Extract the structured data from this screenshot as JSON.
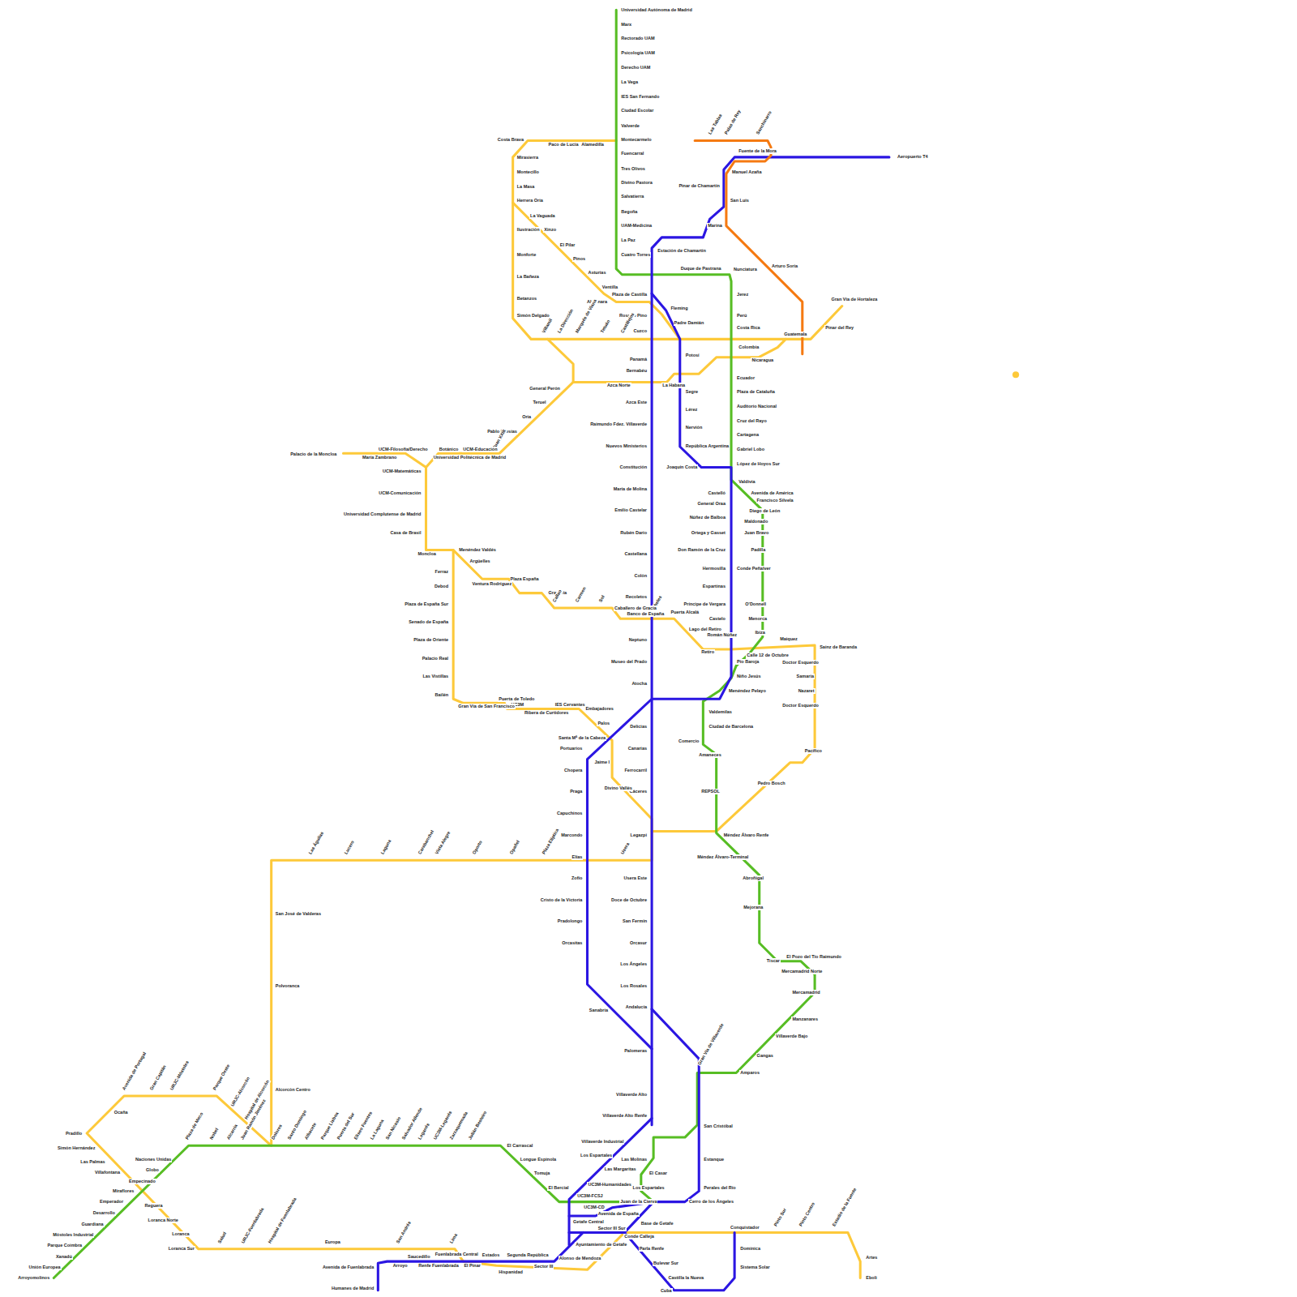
{
  "diagram": {
    "labels": [
      "Universidad Autónoma de Madrid",
      "Marx",
      "Rectorado UAM",
      "Psicología UAM",
      "Derecho UAM",
      "La Vega",
      "IES San Fernando",
      "Ciudad Escolar",
      "Valverde",
      "Montecarmelo",
      "Fuencarral",
      "Tres Olivos",
      "Divino Pastora",
      "Salvatierra",
      "Begoña",
      "UAM-Medicina",
      "La Paz",
      "Cuatro Torres",
      "Duque de Pastrana",
      "Nunciatura",
      "Jerez",
      "Perú",
      "Costa Rica",
      "Colombia",
      "Ecuador",
      "Plaza de Cataluña",
      "Auditorio Nacional",
      "Cruz del Rayo",
      "Cartagena",
      "Gabriel Lobo",
      "López de Hoyos Sur",
      "Valdivia",
      "Avenida de América",
      "Francisco Silvela",
      "Diego de León",
      "Maldonado",
      "Juan Bravo",
      "Padilla",
      "Conde Peñalver",
      "O'Donnell",
      "Menorca",
      "Ibiza",
      "Calle 12 de Octubre",
      "Menéndez Pelayo",
      "Valdemilas",
      "Ciudad de Barcelona",
      "Comercio",
      "Amaneces",
      "REPSOL",
      "Méndez Álvaro Renfe",
      "Méndez Álvaro-Terminal",
      "Abroñigal",
      "Mejorana",
      "Tiscar",
      "El Pozo del Tío Raimundo",
      "Mercamadrid Norte",
      "Mercamadrid",
      "Manzanares",
      "Villaverde Bajo",
      "Gangas",
      "Amparos",
      "Gran Vía de Villaverde",
      "San Cristóbal",
      "Estanque",
      "Perales del Río",
      "Cerro de los Ángeles",
      "Plaza de Meco",
      "Nobel",
      "Alcarria",
      "Juan Ramón Jiménez",
      "Dolores",
      "Santo Domingo",
      "Albacete",
      "Parque Lisboa",
      "Puerta del Sur",
      "Eliseo Fuentes",
      "La Laguna",
      "San Nicasio",
      "Salvador Allende",
      "Leganés",
      "UC3M-Leganés",
      "Zarzaquemada",
      "Julián Besteiro",
      "El Carrascal",
      "Naciones Unidas",
      "Globo",
      "Miraflores",
      "Emperador",
      "Desarrollo",
      "Guardiana",
      "Móstoles Industrial",
      "Parque Coimbra",
      "Xanadú",
      "Unión Europea",
      "Arroyomolinos",
      "Longue Espinola",
      "Tomuja",
      "El Bercial",
      "UC3M-FCSJ",
      "UC3M-CD",
      "Juan de la Cierva",
      "Estación de Chamartín",
      "Plaza de Castilla",
      "Fleming",
      "Padre Damián",
      "Rosario Pino",
      "Cuzco",
      "Panamá",
      "Bernabéu",
      "Potosí",
      "La Habana",
      "Azca Norte",
      "Azca Este",
      "Raimundo Fdez. Villaverde",
      "Nuevos Ministerios",
      "Constitución",
      "María de Molina",
      "Emilio Castelar",
      "Rubén Darío",
      "Castellana",
      "Colón",
      "Recoletos",
      "Cibeles",
      "Banco de España",
      "Caballero de Gracia",
      "Puerta Alcalá",
      "Neptuno",
      "Museo del Prado",
      "Atocha",
      "Segre",
      "Lérez",
      "Nervión",
      "República Argentina",
      "Joaquín Costa",
      "Castelló",
      "General Oraa",
      "Núñez de Balboa",
      "Ortega y Gasset",
      "Don Ramón de la Cruz",
      "Hermosilla",
      "Espartinas",
      "Príncipe de Vergara",
      "Castelo",
      "Lago del Retiro",
      "Román Núñez",
      "Retiro",
      "Pío Baroja",
      "Niño Jesús",
      "Delicias",
      "Canarias",
      "Ferrocarril",
      "Cáceres",
      "Legazpi",
      "Usera Este",
      "Doce de Octubre",
      "San Fermín",
      "Orcasur",
      "Los Ángeles",
      "Los Rosales",
      "Andalucía",
      "Palomeras",
      "Villaverde Alto",
      "Villaverde Alto Renfe",
      "Villaverde Industrial",
      "Los Espartales",
      "Las Margaritas",
      "UC3M-Humanidades",
      "Las Molinas",
      "El Casar",
      "Los Espartales",
      "Getafe Central",
      "Avenida de España",
      "Base de Getafe",
      "Sector III Sur",
      "Ayuntamiento de Getafe",
      "Conde Calleja",
      "Parla Renfe",
      "Bulevar Sur",
      "Castilla la Nueva",
      "Cuba",
      "Alonso de Mendoza",
      "Sector III",
      "Segunda República",
      "Estados",
      "Fuenlabrada Central",
      "Avenida de Fuenlabrada",
      "Arroyo",
      "Renfe Fuenlabrada",
      "Saucedillo",
      "Humanes de Madrid",
      "El Pinar",
      "Hispanidad",
      "Palos",
      "Santa Mª de la Cabeza",
      "Portuarios",
      "Chopera",
      "Praga",
      "Capuchinos",
      "Marcondo",
      "Elías",
      "Zofío",
      "Cristo de la Victoria",
      "Pradolongo",
      "Orcasitas",
      "Sanabria",
      "Marina",
      "San Luis",
      "Pinar de Chamartín",
      "Manuel Azaña",
      "Fuente de la Mora",
      "Aeropuerto T4",
      "Las Tablas",
      "Palas de Rey",
      "Sanchinarro",
      "Arturo Soria",
      "Guatemala",
      "Pinar del Rey",
      "Gran Vía de Hortaleza",
      "Nicaragua",
      "Costa Brava",
      "Paco de Lucía",
      "Alamedilla",
      "Mirasierra",
      "Montecillo",
      "La Masa",
      "Herrera Oria",
      "La Vaguada",
      "Ilustración",
      "Xinzo",
      "Monforte",
      "El Pilar",
      "La Bañeza",
      "Pinos",
      "Asturias",
      "Ventilla",
      "Almenara",
      "Betanzos",
      "Simón Delgado",
      "Villamil",
      "La Dirección",
      "Marqués de Viana",
      "Tetuán",
      "Castillejos",
      "General Perón",
      "Teruel",
      "Oria",
      "Pablo Iglesias",
      "Juan XXIII",
      "UCM-Educación",
      "Botánico",
      "UCM-Filosofía/Derecho",
      "Universidad Politécnica de Madrid",
      "Palacio de la Moncloa",
      "María Zambrano",
      "UCM-Matemáticas",
      "UCM-Comunicación",
      "Universidad Complutense de Madrid",
      "Casa de Brasil",
      "Moncloa",
      "Menéndez Valdés",
      "Argüelles",
      "Ferraz",
      "Debod",
      "Ventura Rodríguez",
      "Plaza España",
      "Plaza de España Sur",
      "Gran Vía",
      "Senado de España",
      "Plaza de Oriente",
      "Palacio Real",
      "Las Vistillas",
      "Bailén",
      "Callao",
      "Carmen",
      "Sol",
      "Puerta de Toledo",
      "UC3M",
      "Gran Vía de San Francisco",
      "Ribera de Curtidores",
      "IES Cervantes",
      "Embajadores",
      "Jaime I",
      "Divino Vallés",
      "Maiquez",
      "Sainz de Baranda",
      "Doctor Esquerdo",
      "Samaria",
      "Nazaret",
      "Doctor Esquerdo",
      "Pacífico",
      "Pedro Bosch",
      "Las Águilas",
      "Lucero",
      "Laguna",
      "Carabanchel",
      "Vista Alegre",
      "Oporto",
      "Opañel",
      "Plaza Elíptica",
      "Usera",
      "San José de Valderas",
      "Polvoranca",
      "Alcorcón Centro",
      "Avenida de Portugal",
      "Gran Capitán",
      "URJC-Móstoles",
      "Parque Oeste",
      "URJC-Alcorcón",
      "Hospital de Alcorcón",
      "Ocaña",
      "Pradillo",
      "Simón Hernández",
      "Las Palmas",
      "Villafontana",
      "Empecinado",
      "Reguera",
      "Loranca Norte",
      "Loranca",
      "Loranca Sur",
      "Salud",
      "URJC-Fuenlabrada",
      "Hospital de Fuenlabrada",
      "Europa",
      "San Andrés",
      "Lima",
      "Conquistador",
      "Pinto Sur",
      "Pinto Centro",
      "Estadio de la Fuente",
      "Artes",
      "Eboli",
      "Dominica",
      "Sistema Solar"
    ]
  }
}
